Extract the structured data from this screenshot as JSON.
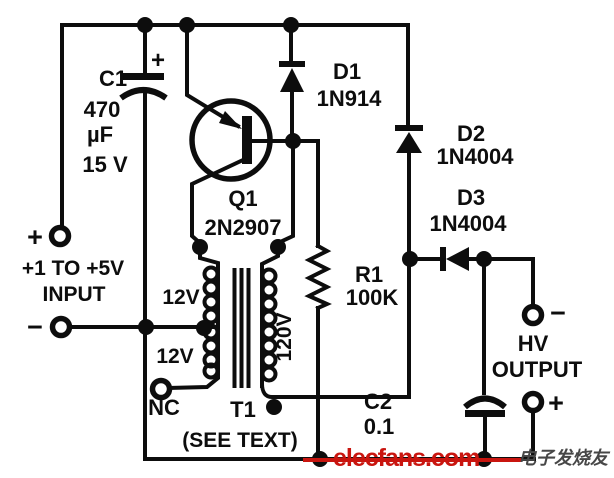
{
  "components": {
    "c1": {
      "ref": "C1",
      "value": "470",
      "unit": "µF",
      "voltage": "15 V",
      "polarity": "+"
    },
    "q1": {
      "ref": "Q1",
      "part": "2N2907"
    },
    "d1": {
      "ref": "D1",
      "part": "1N914"
    },
    "d2": {
      "ref": "D2",
      "part": "1N4004"
    },
    "d3": {
      "ref": "D3",
      "part": "1N4004"
    },
    "r1": {
      "ref": "R1",
      "value": "100K"
    },
    "c2": {
      "ref": "C2",
      "value": "0.1"
    },
    "t1": {
      "ref": "T1",
      "note": "(SEE TEXT)",
      "primary_upper": "12V",
      "primary_lower": "12V",
      "secondary": "120V",
      "nc_label": "NC"
    }
  },
  "input": {
    "plus": "+",
    "line1": "+1 TO +5V",
    "line2": "INPUT",
    "minus": "−"
  },
  "output": {
    "minus": "−",
    "line1": "HV",
    "line2": "OUTPUT",
    "plus": "+"
  },
  "watermark": {
    "site": "elecfans.com",
    "chinese": "电子发烧友",
    "site_color": "#c9150f",
    "cn_color": "#474747"
  }
}
